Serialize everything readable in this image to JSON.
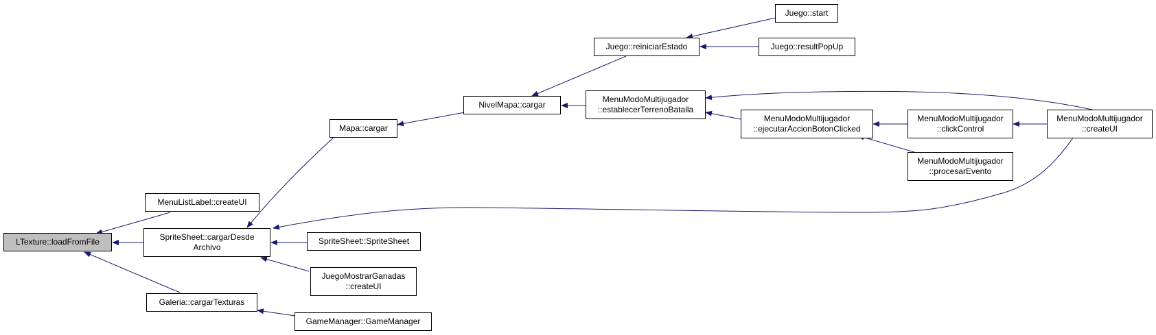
{
  "colors": {
    "edge": "#191970",
    "root_fill": "#bfbfbf",
    "node_fill": "#ffffff",
    "border": "#000000"
  },
  "nodes": {
    "ltexture_loadfromfile": [
      "LTexture::loadFromFile"
    ],
    "menulistlabel_createui": [
      "MenuListLabel::createUI"
    ],
    "spritesheet_cargardesdearchivo": [
      "SpriteSheet::cargarDesde",
      "Archivo"
    ],
    "galeria_cargartexturas": [
      "Galeria::cargarTexturas"
    ],
    "mapa_cargar": [
      "Mapa::cargar"
    ],
    "spritesheet_spritesheet": [
      "SpriteSheet::SpriteSheet"
    ],
    "juegomostrarganadas_createui": [
      "JuegoMostrarGanadas",
      "::createUI"
    ],
    "gamemanager_gamemanager": [
      "GameManager::GameManager"
    ],
    "nivelmapa_cargar": [
      "NivelMapa::cargar"
    ],
    "juego_reiniciarestado": [
      "Juego::reiniciarEstado"
    ],
    "menumodo_establecerterrenobatalla": [
      "MenuModoMultijugador",
      "::establecerTerrenoBatalla"
    ],
    "juego_start": [
      "Juego::start"
    ],
    "juego_resultpopup": [
      "Juego::resultPopUp"
    ],
    "menumodo_ejecutaraccionbotonclicked": [
      "MenuModoMultijugador",
      "::ejecutarAccionBotonClicked"
    ],
    "menumodo_clickcontrol": [
      "MenuModoMultijugador",
      "::clickControl"
    ],
    "menumodo_procesarevento": [
      "MenuModoMultijugador",
      "::procesarEvento"
    ],
    "menumodo_createui": [
      "MenuModoMultijugador",
      "::createUI"
    ]
  }
}
